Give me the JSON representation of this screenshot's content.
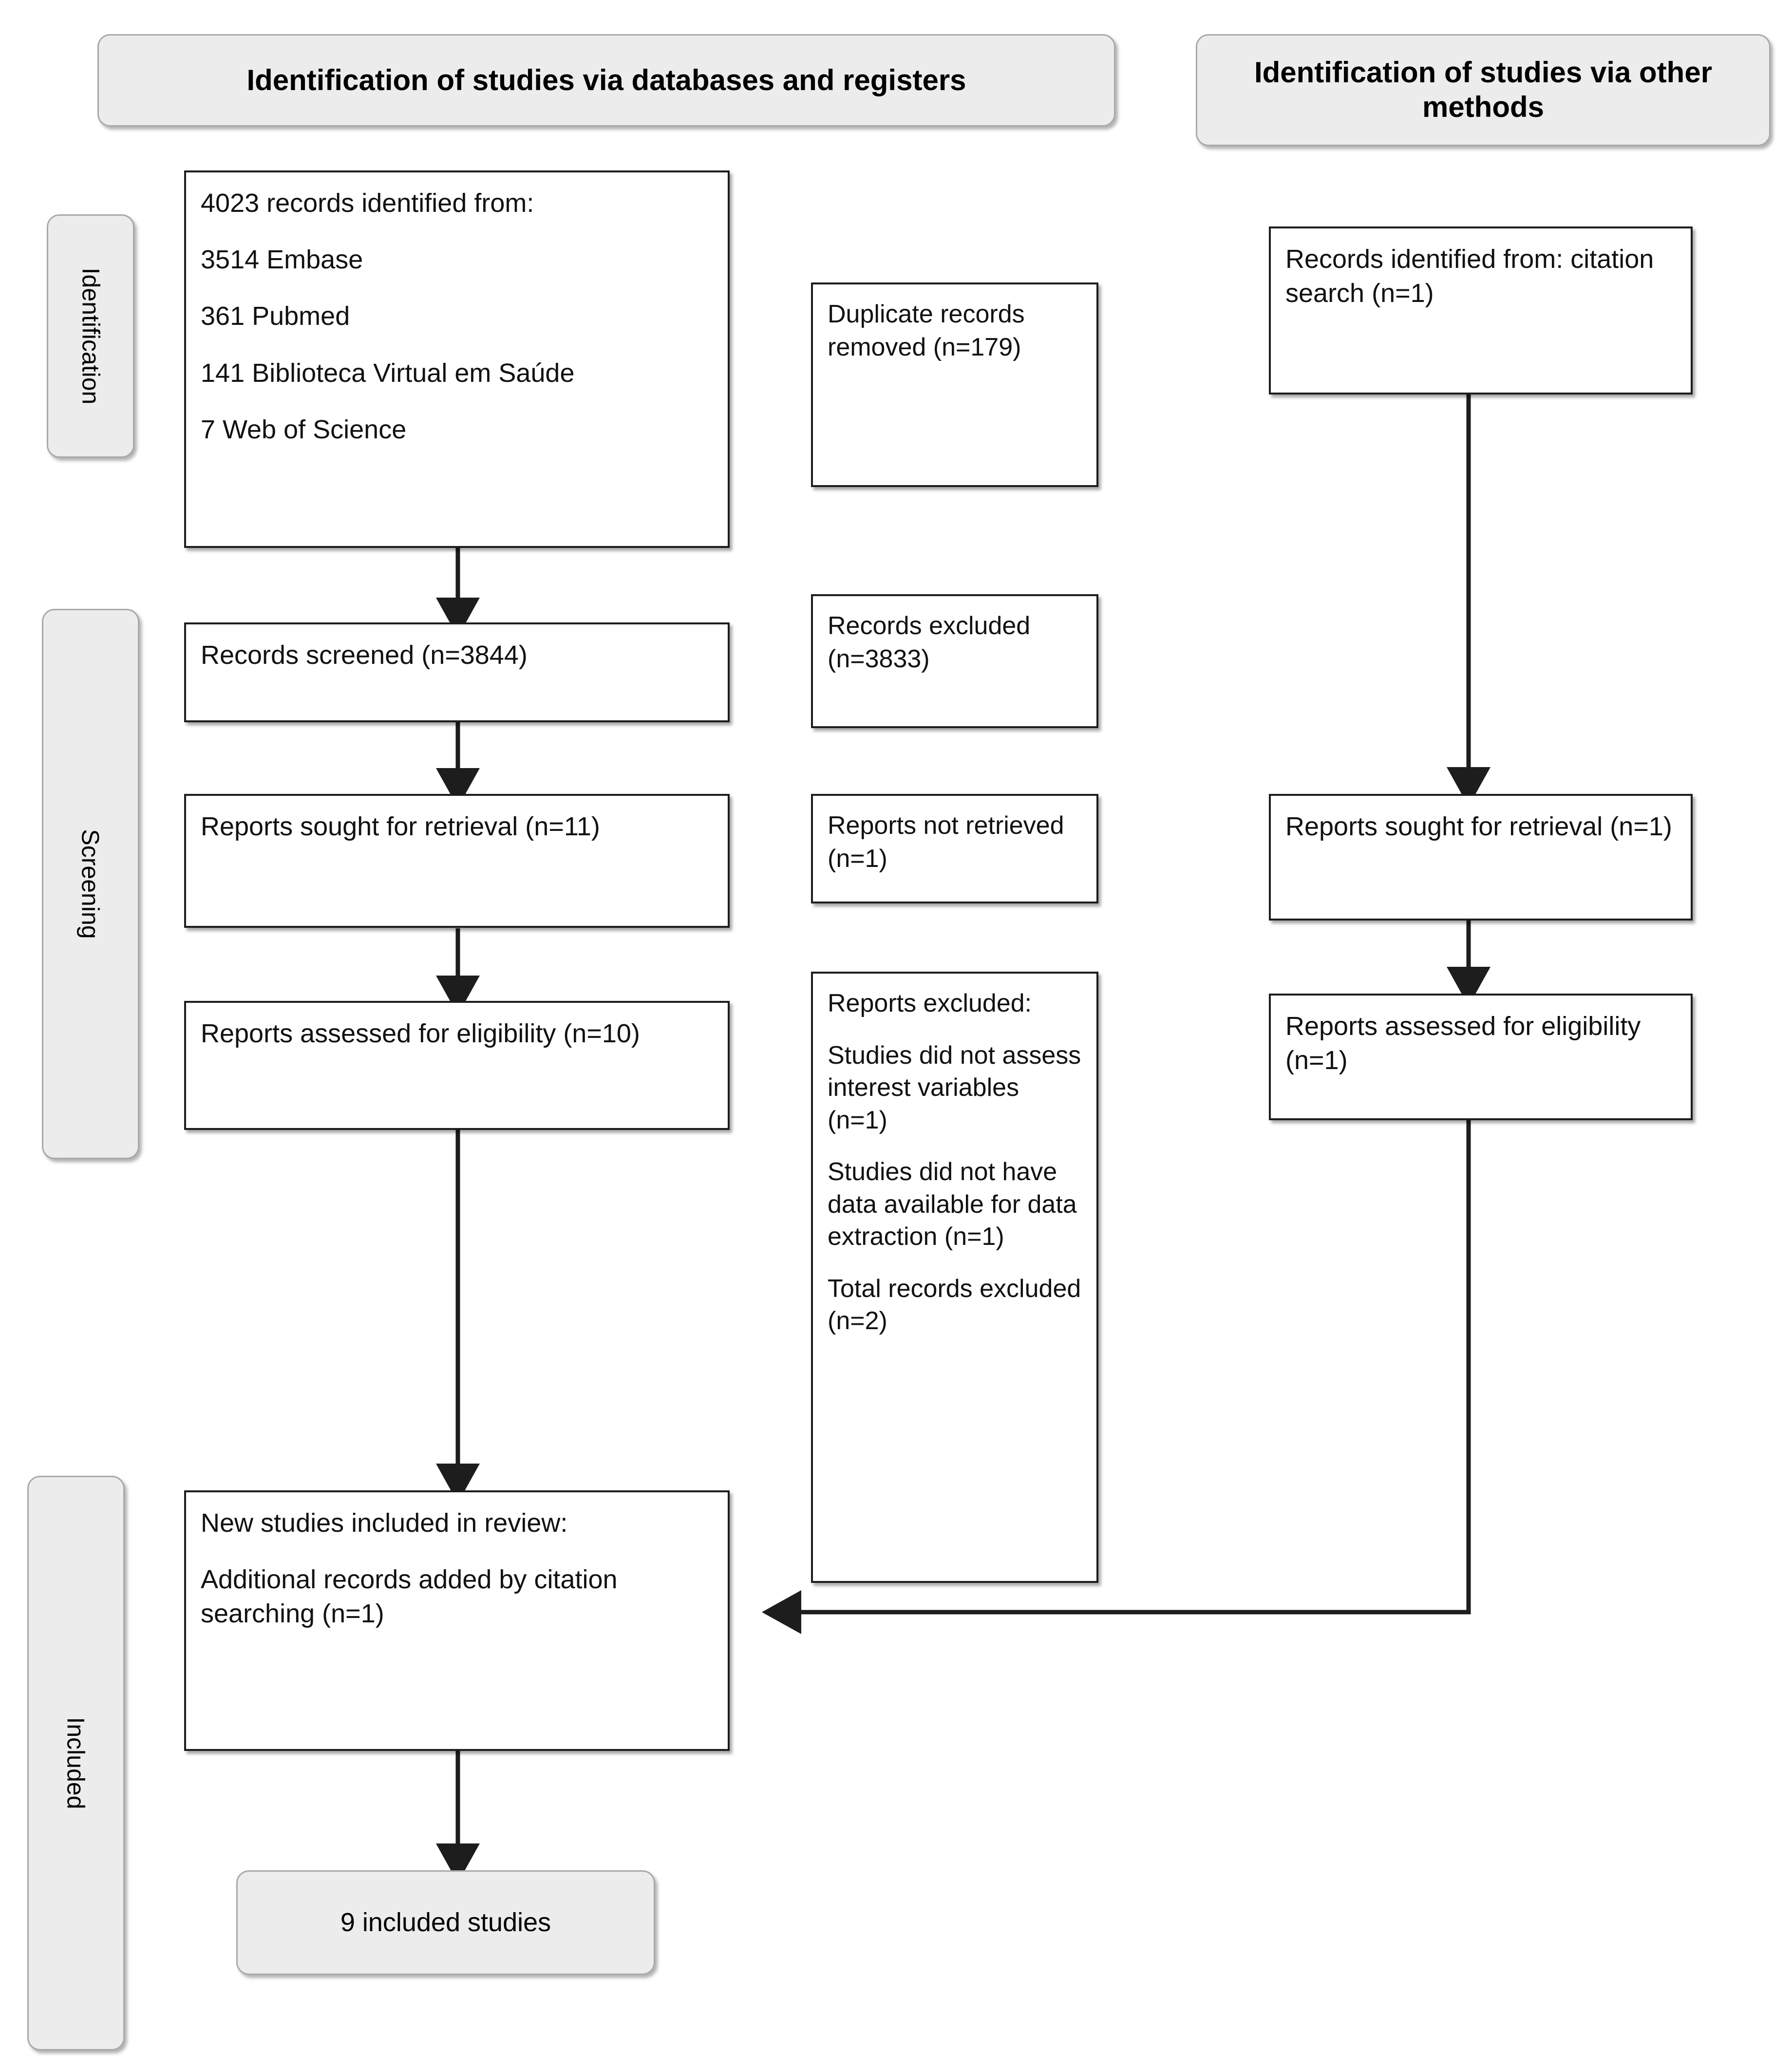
{
  "diagram": {
    "type": "prisma-flow-diagram",
    "headers": [
      {
        "id": "databases",
        "label": "Identification of studies via databases and registers"
      },
      {
        "id": "other",
        "label": "Identification of studies via other methods"
      }
    ],
    "stages": [
      {
        "id": "identification",
        "label": "Identification"
      },
      {
        "id": "screening",
        "label": "Screening"
      },
      {
        "id": "included",
        "label": "Included"
      }
    ],
    "boxes": {
      "records_identified": {
        "lines": [
          "4023 records identified from:",
          "3514 Embase",
          "361 Pubmed",
          "141 Biblioteca Virtual em Saúde",
          "7 Web of Science"
        ]
      },
      "duplicates_removed": {
        "lines": [
          "Duplicate records removed (n=179)"
        ]
      },
      "records_screened": {
        "lines": [
          "Records screened (n=3844)"
        ]
      },
      "records_excluded": {
        "lines": [
          "Records excluded (n=3833)"
        ]
      },
      "reports_sought": {
        "lines": [
          "Reports sought for retrieval (n=11)"
        ]
      },
      "reports_not_retrieved": {
        "lines": [
          "Reports not retrieved (n=1)"
        ]
      },
      "reports_assessed": {
        "lines": [
          "Reports assessed for eligibility (n=10)"
        ]
      },
      "reports_excluded": {
        "lines": [
          "Reports excluded:",
          "Studies did not assess interest variables (n=1)",
          "Studies did not have data available for data extraction (n=1)",
          "Total records excluded (n=2)"
        ]
      },
      "new_studies_included": {
        "lines": [
          "New studies included in review:",
          "Additional records added by citation searching (n=1)"
        ]
      },
      "total_included": {
        "lines": [
          "9 included studies"
        ]
      },
      "other_records_identified": {
        "lines": [
          "Records identified from: citation search (n=1)"
        ]
      },
      "other_reports_sought": {
        "lines": [
          "Reports sought for retrieval (n=1)"
        ]
      },
      "other_reports_assessed": {
        "lines": [
          "Reports assessed for eligibility (n=1)"
        ]
      }
    },
    "colors": {
      "capsule_fill": "#ececec",
      "capsule_border": "#a9a9a9",
      "box_border": "#1d1d1d",
      "box_fill": "#ffffff",
      "text": "#111111",
      "connector": "#1d1d1d"
    }
  }
}
